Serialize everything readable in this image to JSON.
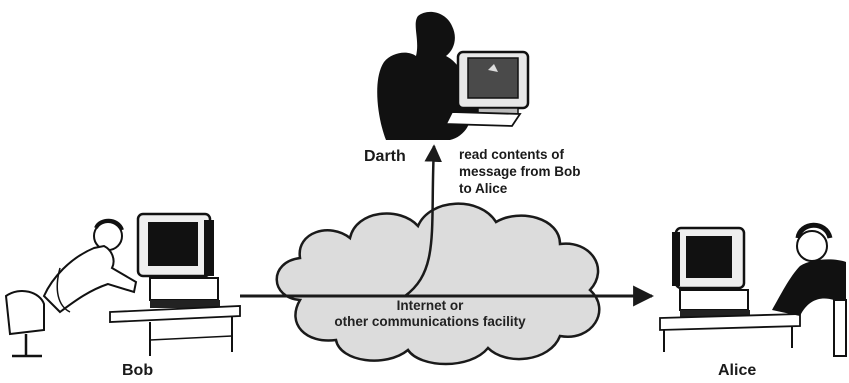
{
  "labels": {
    "bob": "Bob",
    "alice": "Alice",
    "darth": "Darth",
    "darth_note": "read contents of\nmessage from Bob\nto Alice",
    "cloud_text": "Internet or\nother communications facility"
  },
  "icons": {
    "bob": "person-at-computer-icon",
    "alice": "person-at-computer-icon",
    "darth": "eavesdropper-at-computer-icon",
    "network": "cloud-icon"
  },
  "colors": {
    "ink": "#1a1a1a",
    "cloud_fill": "#dcdcdc",
    "background": "#ffffff"
  }
}
